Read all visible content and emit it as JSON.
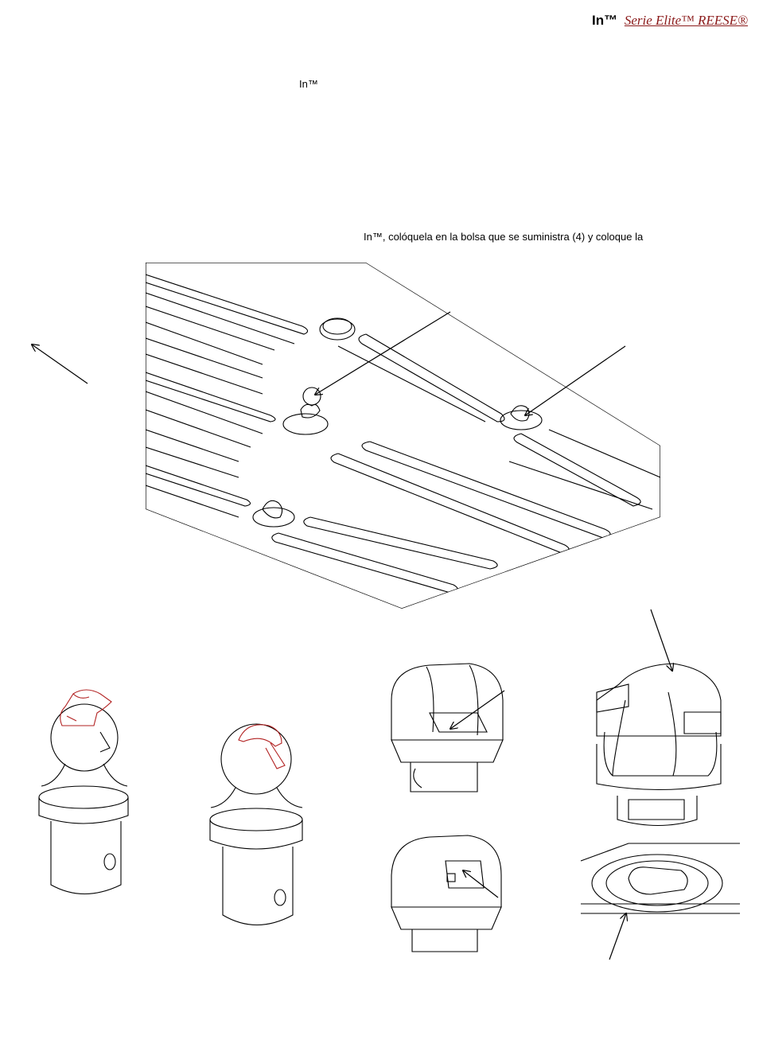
{
  "header": {
    "brand": "In™",
    "series": "Serie  Elite™ REESE®"
  },
  "text": {
    "fragment_1": "In™",
    "fragment_2": "In™, colóquela en la bolsa que se suministra (4) y coloque la"
  },
  "colors": {
    "accent_red": "#b22222",
    "line": "#000000"
  }
}
